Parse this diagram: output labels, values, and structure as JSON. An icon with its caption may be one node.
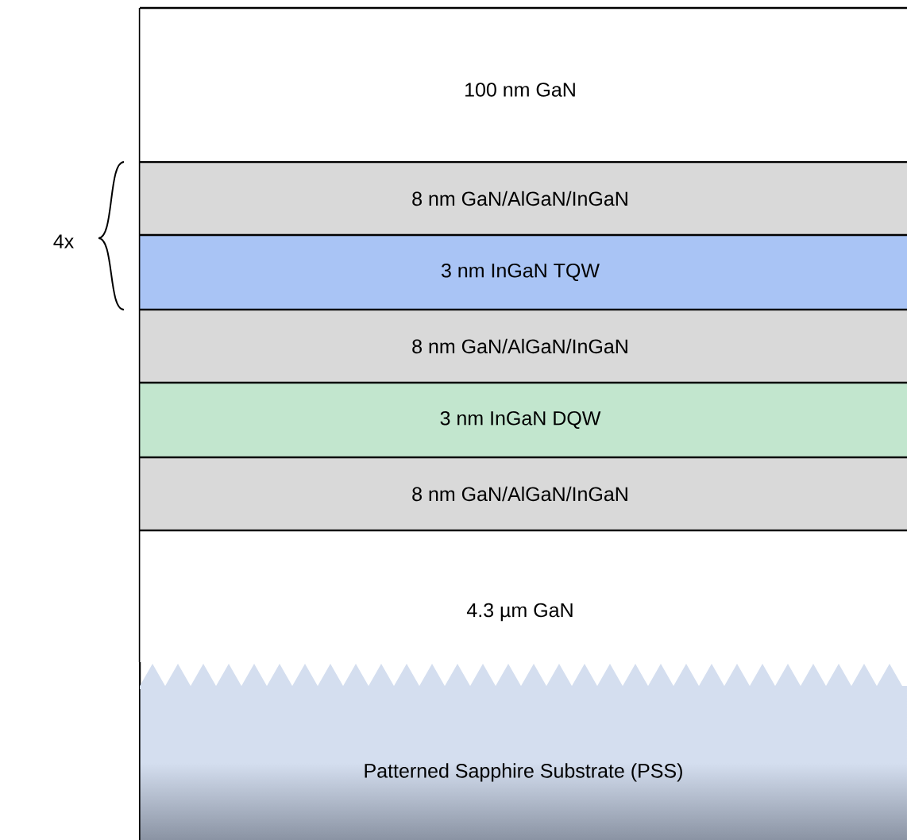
{
  "diagram": {
    "nodes": [
      {
        "text": [
          "100 nm GaN"
        ]
      },
      {
        "text": [
          "8 nm GaN/AlGaN/InGaN"
        ]
      },
      {
        "text": [
          "3 nm InGaN TQW"
        ]
      },
      {
        "text": [
          "8 nm GaN/AlGaN/InGaN"
        ]
      },
      {
        "text": [
          "3 nm InGaN DQW"
        ]
      },
      {
        "text": [
          "8 nm GaN/AlGaN/InGaN"
        ]
      },
      {
        "text": [
          "4.3 µm GaN"
        ]
      },
      {
        "text": [
          "Patterned Sapphire Substrate (PSS)"
        ]
      }
    ],
    "labels": [
      "4x"
    ]
  }
}
